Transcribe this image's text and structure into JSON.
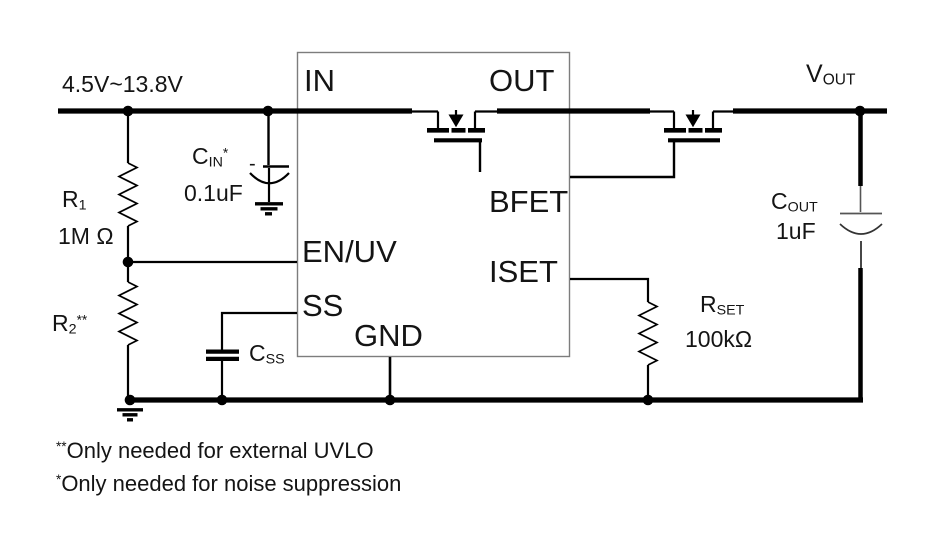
{
  "schematic": {
    "input_rail_label": "4.5V~13.8V",
    "output_rail_label": {
      "base": "V",
      "sub": "OUT"
    },
    "ic_pins": {
      "in": "IN",
      "out": "OUT",
      "bfet": "BFET",
      "en_uv": "EN/UV",
      "ss": "SS",
      "gnd": "GND",
      "iset": "ISET"
    },
    "components": {
      "r1": {
        "ref": "R",
        "ref_sub": "1",
        "value": "1M Ω"
      },
      "r2": {
        "ref": "R",
        "ref_sub": "2",
        "footnote_mark": "**"
      },
      "c_in": {
        "ref": "C",
        "ref_sub": "IN",
        "footnote_mark": "*",
        "value": "0.1uF",
        "polarity_mark": "-"
      },
      "c_ss": {
        "ref": "C",
        "ref_sub": "SS"
      },
      "r_set": {
        "ref": "R",
        "ref_sub": "SET",
        "value": "100kΩ"
      },
      "c_out": {
        "ref": "C",
        "ref_sub": "OUT",
        "value": "1uF"
      }
    },
    "footnotes": {
      "double_star": {
        "mark": "**",
        "text": "Only needed for external UVLO"
      },
      "single_star": {
        "mark": "*",
        "text": "Only needed for noise suppression"
      }
    },
    "colors": {
      "wire": "#000000",
      "ic_border": "#7d7d7d",
      "background": "#ffffff",
      "text": "#141414"
    }
  }
}
